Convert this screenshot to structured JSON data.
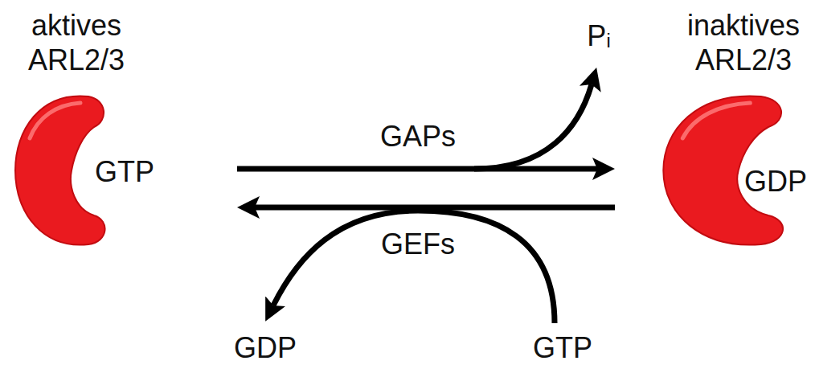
{
  "diagram": {
    "nodes": [
      {
        "text": [
          "aktives ARL2/3",
          "GTP"
        ]
      },
      {
        "text": [
          "inaktives ARL2/3",
          "GDP"
        ]
      }
    ],
    "edges": [
      {
        "from": 0,
        "to": 1,
        "arrow": "to",
        "label": "GAPs"
      },
      {
        "from": 1,
        "to": 0,
        "arrow": "to",
        "label": "GEFs"
      }
    ],
    "labels": [
      "Pᵢ",
      "GDP",
      "GTP"
    ]
  }
}
